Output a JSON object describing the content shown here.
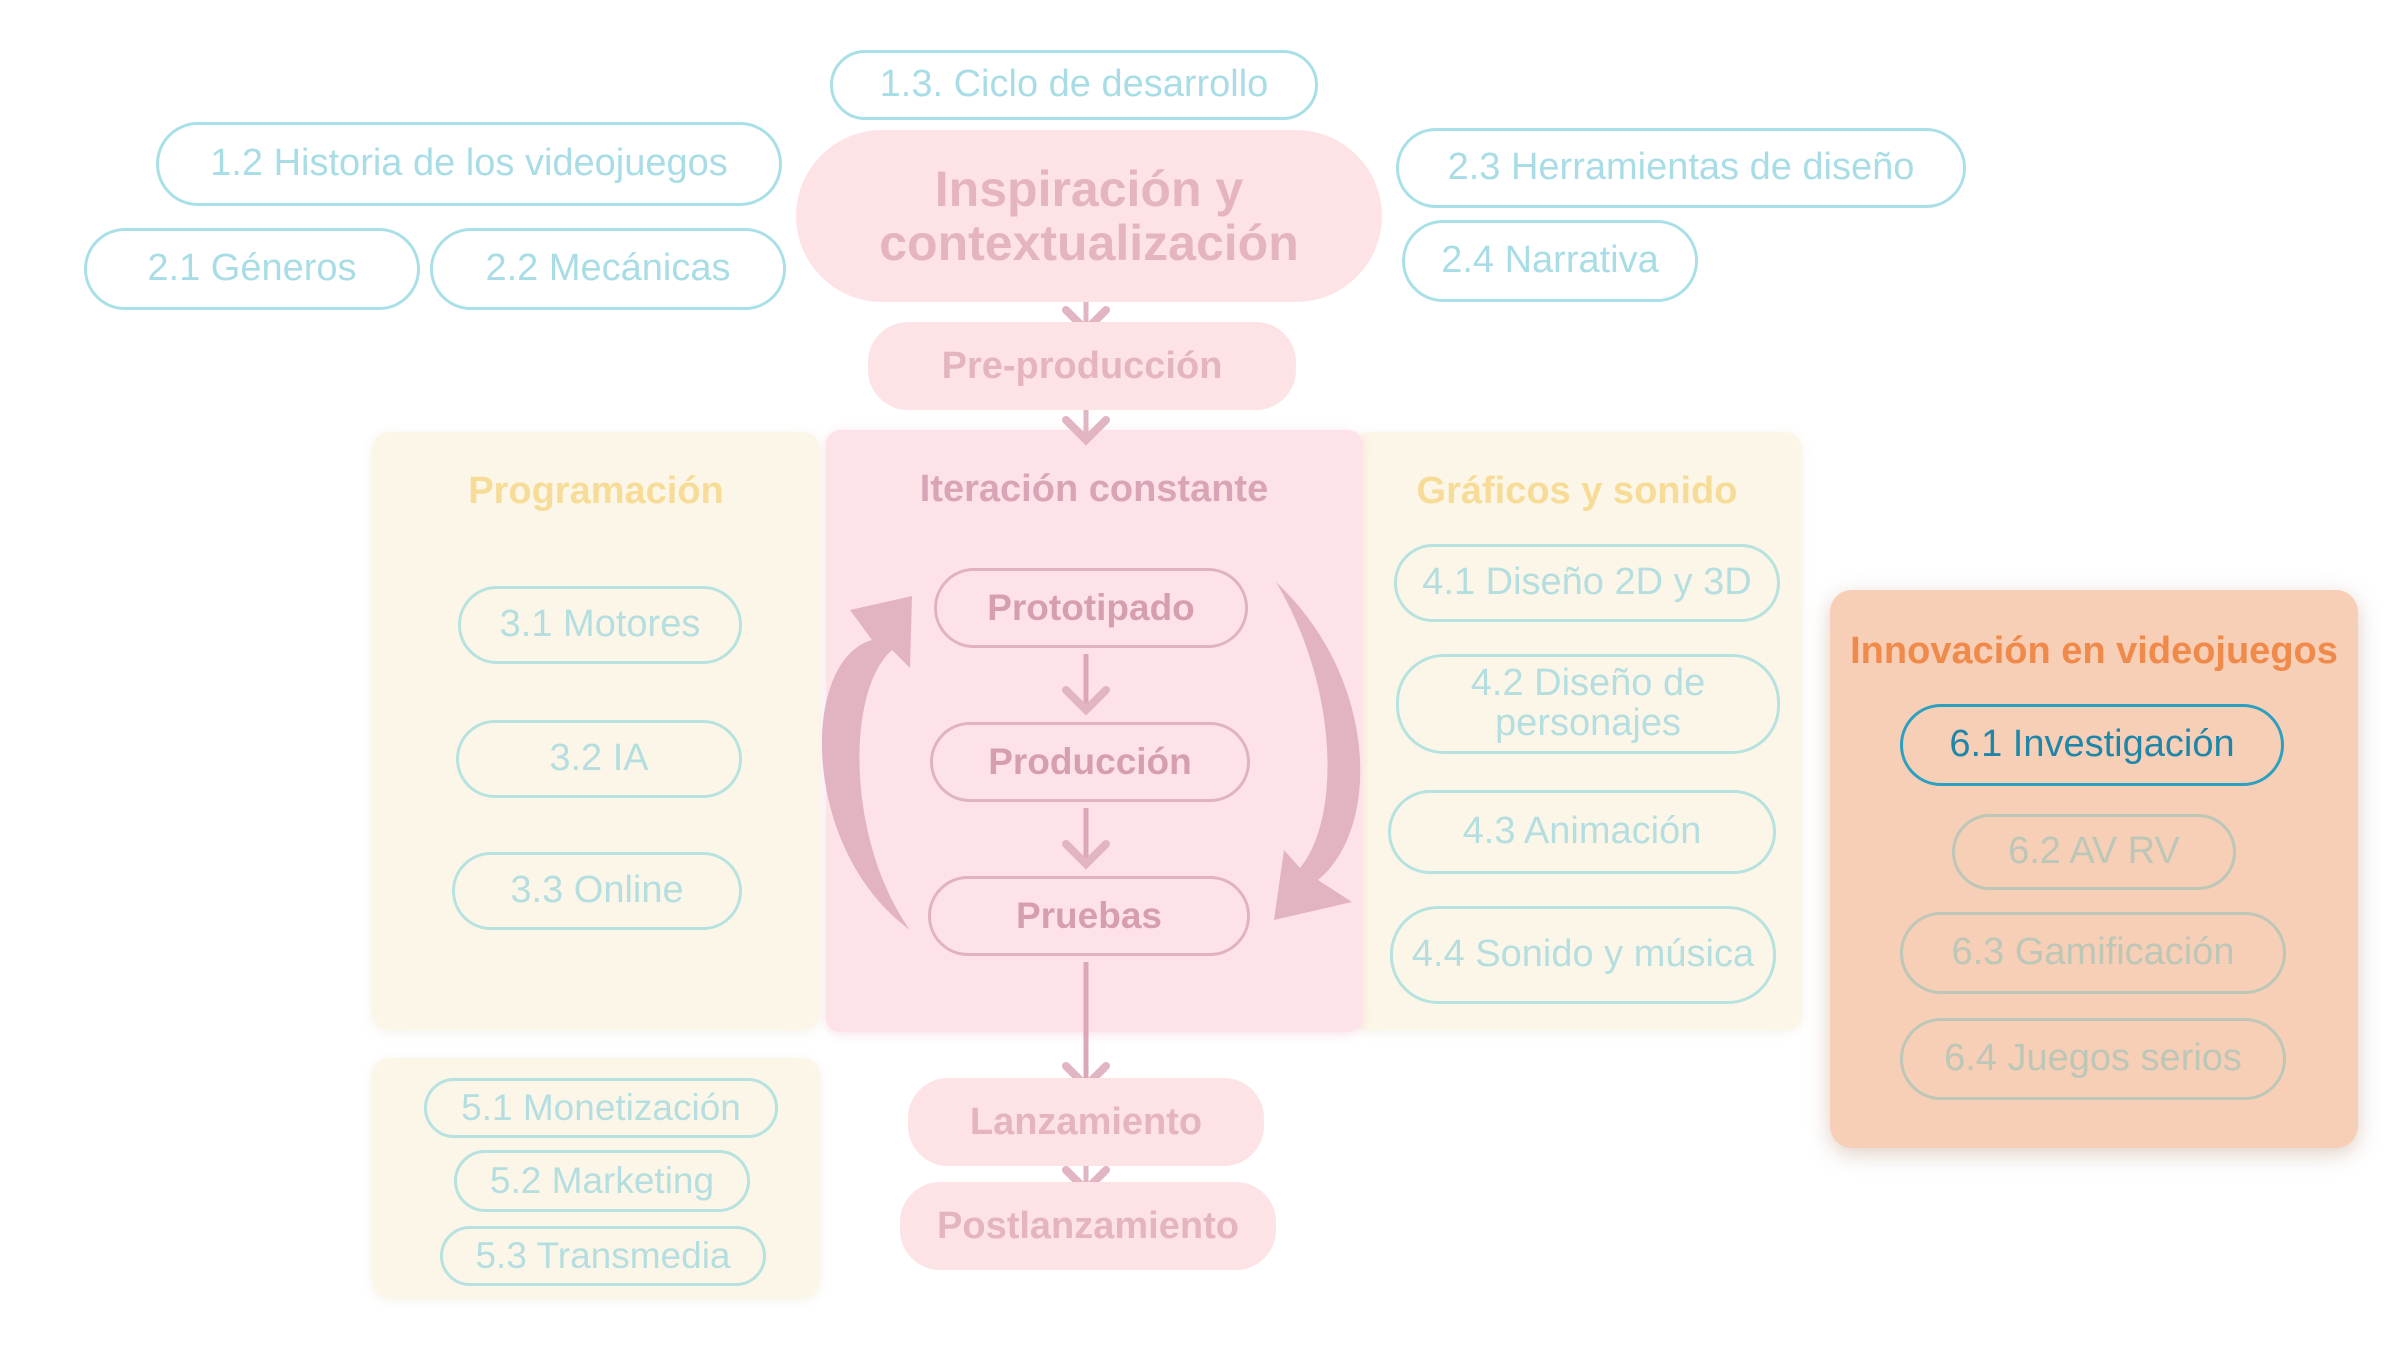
{
  "top_topics": {
    "ciclo": "1.3. Ciclo de desarrollo",
    "historia": "1.2 Historia de los videojuegos",
    "generos": "2.1 Géneros",
    "mecanicas": "2.2 Mecánicas",
    "herramientas": "2.3 Herramientas de diseño",
    "narrativa": "2.4 Narrativa"
  },
  "stages": {
    "inspiracion": "Inspiración y contextualización",
    "preproduccion": "Pre-producción",
    "lanzamiento": "Lanzamiento",
    "postlanzamiento": "Postlanzamiento"
  },
  "iteration": {
    "title": "Iteración constante",
    "steps": [
      "Prototipado",
      "Producción",
      "Pruebas"
    ]
  },
  "programacion": {
    "title": "Programación",
    "items": [
      "3.1 Motores",
      "3.2 IA",
      "3.3 Online"
    ]
  },
  "graficos": {
    "title": "Gráficos y sonido",
    "items": [
      "4.1 Diseño 2D y 3D",
      "4.2 Diseño de personajes",
      "4.3 Animación",
      "4.4 Sonido y música"
    ]
  },
  "negocio": {
    "items": [
      "5.1 Monetización",
      "5.2 Marketing",
      "5.3 Transmedia"
    ]
  },
  "innovacion": {
    "title": "Innovación en videojuegos",
    "items": [
      "6.1 Investigación",
      "6.2 AV RV",
      "6.3 Gamificación",
      "6.4 Juegos serios"
    ],
    "active_index": 0
  },
  "colors": {
    "pink_stage": "#fde3e6",
    "yellow_panel": "#fcf6e8",
    "orange_panel": "#f7ceb6",
    "teal_outline": "#a9e0e8",
    "active_teal": "#2ba0c0",
    "yellow_title": "#f5d98c",
    "orange_title": "#f08a4b"
  }
}
